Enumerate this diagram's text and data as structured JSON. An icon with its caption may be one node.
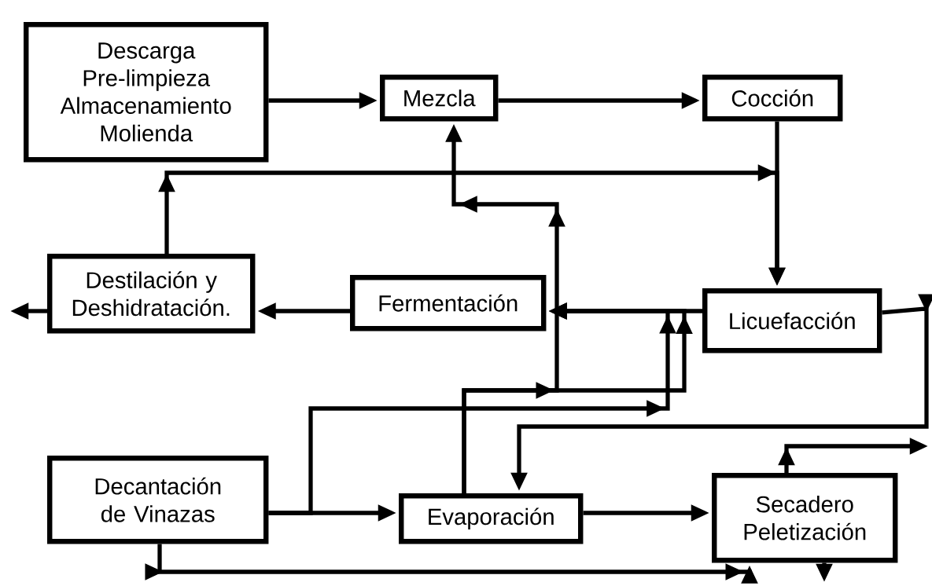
{
  "diagram": {
    "nodes": [
      {
        "text": [
          "Descarga",
          "Pre-limpieza",
          "Almacenamiento",
          "Molienda"
        ]
      },
      {
        "text": [
          "Mezcla"
        ]
      },
      {
        "text": [
          "Cocción"
        ]
      },
      {
        "text": [
          "Destilación y Deshidratación."
        ]
      },
      {
        "text": [
          "Fermentación"
        ]
      },
      {
        "text": [
          "Licuefacción"
        ]
      },
      {
        "text": [
          "Decantación de Vinazas"
        ]
      },
      {
        "text": [
          "Evaporación"
        ]
      },
      {
        "text": [
          "Secadero Peletización"
        ]
      }
    ],
    "edges": [
      {
        "from": 0,
        "to": 1,
        "arrow": "to"
      },
      {
        "from": 1,
        "to": 2,
        "arrow": "to"
      },
      {
        "from": 2,
        "to": 5,
        "arrow": "to"
      },
      {
        "from": 5,
        "to": 4,
        "arrow": "to"
      },
      {
        "from": 4,
        "to": 3,
        "arrow": "to"
      },
      {
        "from": 3,
        "to": null,
        "arrow": "to"
      },
      {
        "from": 3,
        "to": 5,
        "arrow": "to"
      },
      {
        "from": 7,
        "to": 1,
        "arrow": "to"
      },
      {
        "from": 7,
        "to": 4,
        "arrow": "to"
      },
      {
        "from": 6,
        "to": 7,
        "arrow": "to"
      },
      {
        "from": 6,
        "to": 4,
        "arrow": "to"
      },
      {
        "from": 7,
        "to": 8,
        "arrow": "to"
      },
      {
        "from": 6,
        "to": 8,
        "arrow": "to"
      },
      {
        "from": 8,
        "to": null,
        "arrow": "to"
      },
      {
        "from": 8,
        "to": null,
        "arrow": "to"
      },
      {
        "from": 5,
        "to": 7,
        "arrow": "to"
      }
    ]
  }
}
